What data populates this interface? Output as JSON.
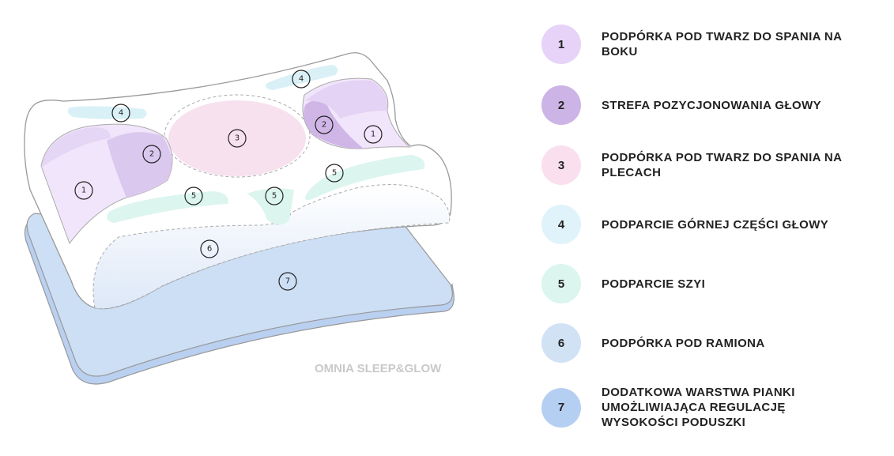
{
  "watermark": "OMNIA SLEEP&GLOW",
  "legend": [
    {
      "num": "1",
      "label": "PODPÓRKA POD TWARZ DO SPANIA NA BOKU",
      "color": "#e6d3f7"
    },
    {
      "num": "2",
      "label": "STREFA POZYCJONOWANIA GŁOWY",
      "color": "#cdb4e6"
    },
    {
      "num": "3",
      "label": "PODPÓRKA POD TWARZ DO SPANIA NA PLECACH",
      "color": "#fae0ef"
    },
    {
      "num": "4",
      "label": "PODPARCIE GÓRNEJ CZĘŚCI GŁOWY",
      "color": "#e1f3fa"
    },
    {
      "num": "5",
      "label": "PODPARCIE SZYI",
      "color": "#dcf5ef"
    },
    {
      "num": "6",
      "label": "PODPÓRKA POD RAMIONA",
      "color": "#d2e2f5"
    },
    {
      "num": "7",
      "label": "DODATKOWA WARSTWA PIANKI UMOŻLIWIAJĄCA REGULACJĘ WYSOKOŚCI PODUSZKI",
      "color": "#b5cff2"
    }
  ]
}
